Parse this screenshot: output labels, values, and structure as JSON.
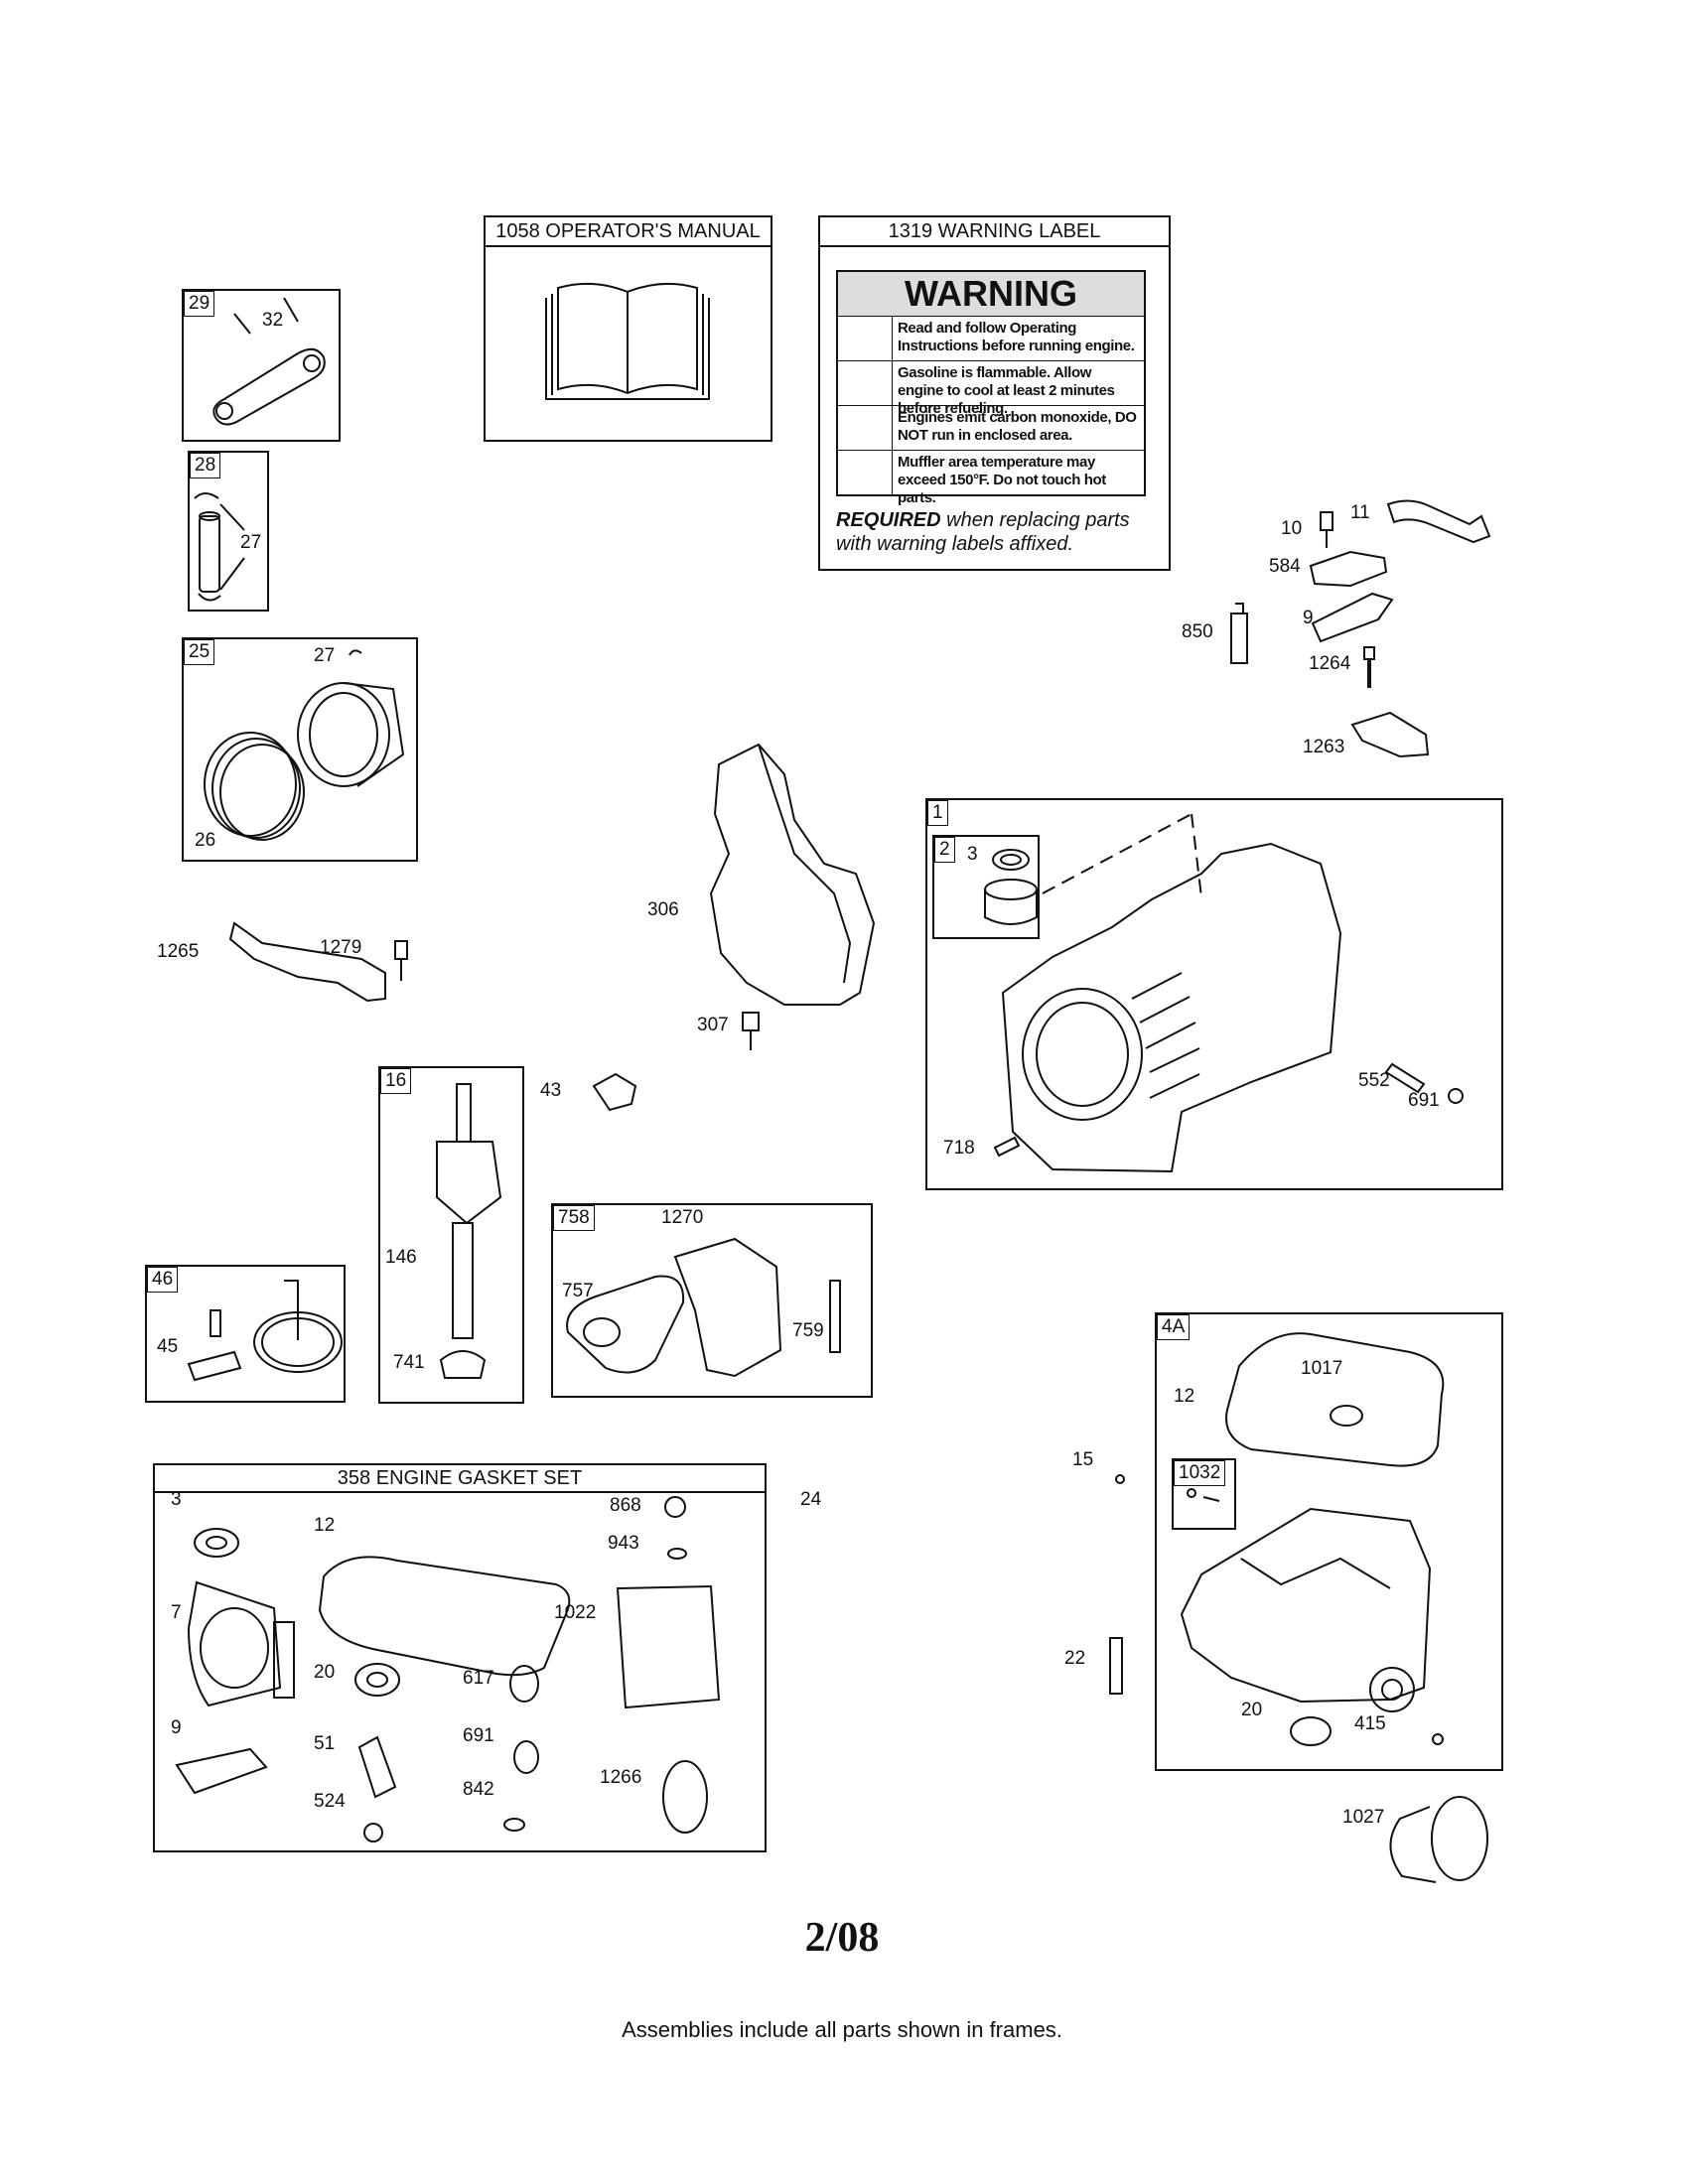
{
  "frames": {
    "operators_manual": "1058 OPERATOR'S MANUAL",
    "warning_label": "1319 WARNING LABEL",
    "gasket_set": "358 ENGINE GASKET SET"
  },
  "frame_tags": {
    "f29": "29",
    "f28": "28",
    "f25": "25",
    "f1": "1",
    "f2": "2",
    "f16": "16",
    "f758": "758",
    "f46": "46",
    "f4a": "4A",
    "f1032": "1032"
  },
  "warning": {
    "heading": "WARNING",
    "rows": [
      "Read and follow Operating Instructions before running engine.",
      "Gasoline is flammable. Allow engine to cool at least 2 minutes before refueling.",
      "Engines emit carbon monoxide, DO NOT run in enclosed area.",
      "Muffler area temperature may exceed 150°F. Do not touch hot parts."
    ],
    "required_bold": "REQUIRED",
    "required_rest": " when replacing parts with warning labels affixed."
  },
  "parts": {
    "p32": "32",
    "p27a": "27",
    "p27b": "27",
    "p26": "26",
    "p1265": "1265",
    "p1279": "1279",
    "p306": "306",
    "p307": "307",
    "p43": "43",
    "p146": "146",
    "p741": "741",
    "p45": "45",
    "p1270": "1270",
    "p757": "757",
    "p759": "759",
    "p3a": "3",
    "p552": "552",
    "p691a": "691",
    "p718": "718",
    "p10": "10",
    "p11": "11",
    "p584": "584",
    "p850": "850",
    "p9a": "9",
    "p1264": "1264",
    "p1263": "1263",
    "p1017": "1017",
    "p12a": "12",
    "p15": "15",
    "p22": "22",
    "p20a": "20",
    "p415": "415",
    "p1027": "1027",
    "p24": "24",
    "g3": "3",
    "g12": "12",
    "g868": "868",
    "g943": "943",
    "g7": "7",
    "g1022": "1022",
    "g20": "20",
    "g617": "617",
    "g9": "9",
    "g51": "51",
    "g691": "691",
    "g1266": "1266",
    "g524": "524",
    "g842": "842"
  },
  "footer": {
    "date": "2/08",
    "note": "Assemblies include all parts shown in frames."
  }
}
